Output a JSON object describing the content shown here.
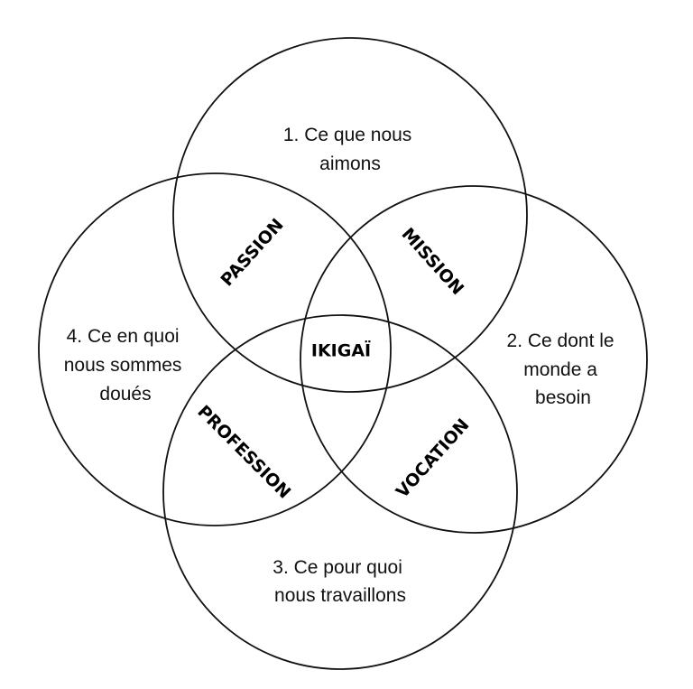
{
  "circles": [
    {
      "id": "top",
      "lines": [
        "1. Ce que nous",
        "aimons"
      ]
    },
    {
      "id": "right",
      "lines": [
        "2. Ce dont le",
        "monde a",
        "besoin"
      ]
    },
    {
      "id": "bottom",
      "lines": [
        "3. Ce pour quoi",
        "nous travaillons"
      ]
    },
    {
      "id": "left",
      "lines": [
        "4. Ce en quoi",
        "nous sommes",
        "doués"
      ]
    }
  ],
  "overlaps": {
    "passion": "PASSION",
    "mission": "MISSION",
    "profession": "PROFESSION",
    "vocation": "VOCATION"
  },
  "center": "IKIGAÏ",
  "colors": {
    "stroke": "#111111",
    "text": "#111111",
    "background": "#ffffff"
  }
}
